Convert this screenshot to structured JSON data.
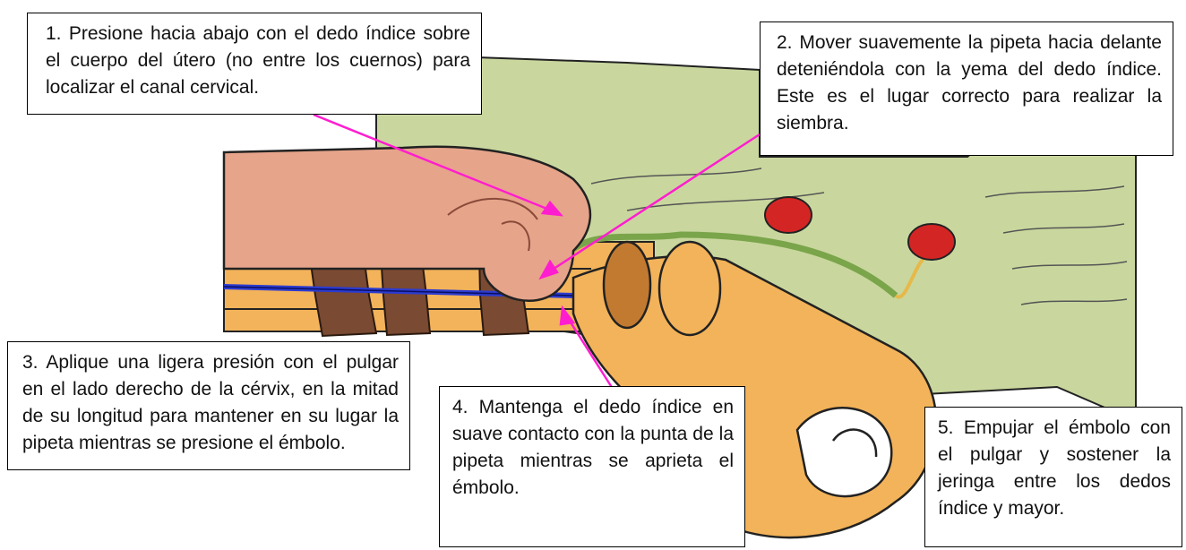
{
  "callouts": [
    {
      "text": "1.  Presione hacia abajo con el dedo índice sobre el cuerpo del útero (no entre los cuernos) para localizar el canal cervical."
    },
    {
      "text": "2.  Mover suavemente la pipeta hacia delante deteniéndola con la yema del dedo índice.  Este es el lugar correcto para realizar la siembra."
    },
    {
      "text": "3.  Aplique una ligera presión con el pulgar en el lado derecho de la cérvix, en la mitad de su longitud para mantener en su lugar la pipeta mientras se presione el émbolo."
    },
    {
      "text": "4.  Mantenga el dedo índice en suave contacto con la punta de la pipeta mientras se aprieta el émbolo."
    },
    {
      "text": "5.  Empujar el émbolo con el pulgar y sostener la jeringa entre los dedos índice y mayor."
    }
  ],
  "colors": {
    "arrow": "#ff1ecf",
    "skin": "#e6a48a",
    "tissue": "#c9d79e",
    "uterus": "#f0b160",
    "cervix_rings": "#7a4a32",
    "ovary": "#d42525",
    "pipette": "#2b3bd1"
  }
}
